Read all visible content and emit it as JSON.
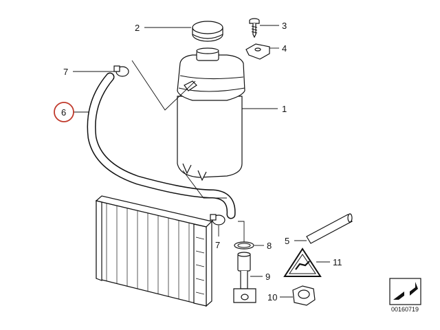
{
  "callouts": [
    {
      "id": "1",
      "text": "1"
    },
    {
      "id": "2",
      "text": "2"
    },
    {
      "id": "3",
      "text": "3"
    },
    {
      "id": "4",
      "text": "4"
    },
    {
      "id": "5",
      "text": "5"
    },
    {
      "id": "6",
      "text": "6",
      "highlighted": true,
      "highlight_color": "#c0392b"
    },
    {
      "id": "7a",
      "text": "7"
    },
    {
      "id": "7b",
      "text": "7"
    },
    {
      "id": "8",
      "text": "8"
    },
    {
      "id": "9",
      "text": "9"
    },
    {
      "id": "10",
      "text": "10"
    },
    {
      "id": "11",
      "text": "11"
    }
  ],
  "diagram_code": "00160719",
  "icons": {
    "warning_triangle": "warning-triangle-icon",
    "document_stamp": "document-arrow-icon"
  }
}
